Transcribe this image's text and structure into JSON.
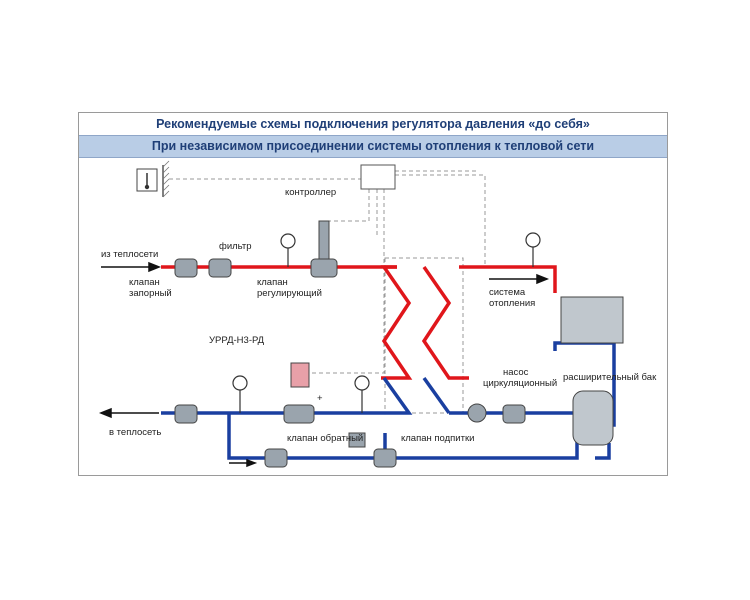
{
  "header": {
    "title": "Рекомендуемые схемы подключения  регулятора давления «до себя»",
    "subtitle": "При независимом присоединении системы отопления к тепловой сети"
  },
  "labels": {
    "controller": "контроллер",
    "from_network": "из теплосети",
    "filter": "фильтр",
    "shutoff_valve_1": "клапан",
    "shutoff_valve_2": "запорный",
    "control_valve_1": "клапан",
    "control_valve_2": "регулирующий",
    "heating_system_1": "система",
    "heating_system_2": "отопления",
    "regulator": "УРРД-Н3-РД",
    "pump_1": "насос",
    "pump_2": "циркуляционный",
    "expansion_tank": "расширительный бак",
    "to_network": "в теплосеть",
    "check_valve": "клапан обратный",
    "makeup_valve": "клапан подпитки",
    "plus_sign": "+"
  },
  "colors": {
    "supply_pipe": "#e0161b",
    "return_pipe": "#1a3fa0",
    "title_text": "#1f3f77",
    "subtitle_bg": "#b9cde6",
    "valve_fill": "#9aa4ad",
    "signal_line": "#9a9a9a"
  }
}
